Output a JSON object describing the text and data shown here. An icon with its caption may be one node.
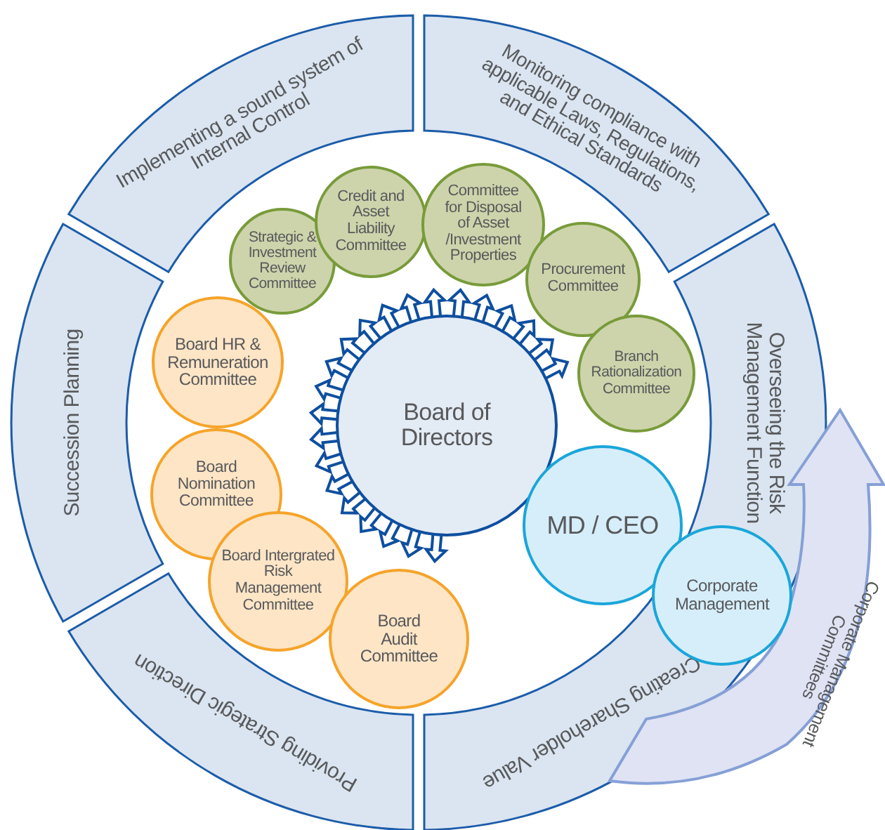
{
  "diagram": {
    "nodes": [
      {
        "text": [
          "Implementing a sound system of Internal Control"
        ]
      },
      {
        "text": [
          "Monitoring compliance with applicable Laws, Regulations, and Ethical Standards"
        ]
      },
      {
        "text": [
          "Overseeing the Risk Management Function"
        ]
      },
      {
        "text": [
          "Creating Shareholder Value"
        ]
      },
      {
        "text": [
          "Providing Strategic Direction"
        ]
      },
      {
        "text": [
          "Succession Planning"
        ]
      },
      {
        "text": [
          "Strategic & Investment Review Committee"
        ]
      },
      {
        "text": [
          "Credit and Asset Liability Committee"
        ]
      },
      {
        "text": [
          "Committee for Disposal of Asset /Investment Properties"
        ]
      },
      {
        "text": [
          "Procurement Committee"
        ]
      },
      {
        "text": [
          "Branch Rationalization Committee"
        ]
      },
      {
        "text": [
          "Board HR & Remuneration Committee"
        ]
      },
      {
        "text": [
          "Board Nomination Committee"
        ]
      },
      {
        "text": [
          "Board Intergrated Risk Management Committee"
        ]
      },
      {
        "text": [
          "Board Audit Committee"
        ]
      },
      {
        "text": [
          "Board of Directors"
        ]
      },
      {
        "text": [
          "MD / CEO"
        ]
      },
      {
        "text": [
          "Corporate Management"
        ]
      }
    ],
    "edges": [
      {
        "from": 3,
        "to": 2,
        "arrow": "to",
        "label": "Corporate Management Committees",
        "style": "thick"
      }
    ]
  }
}
